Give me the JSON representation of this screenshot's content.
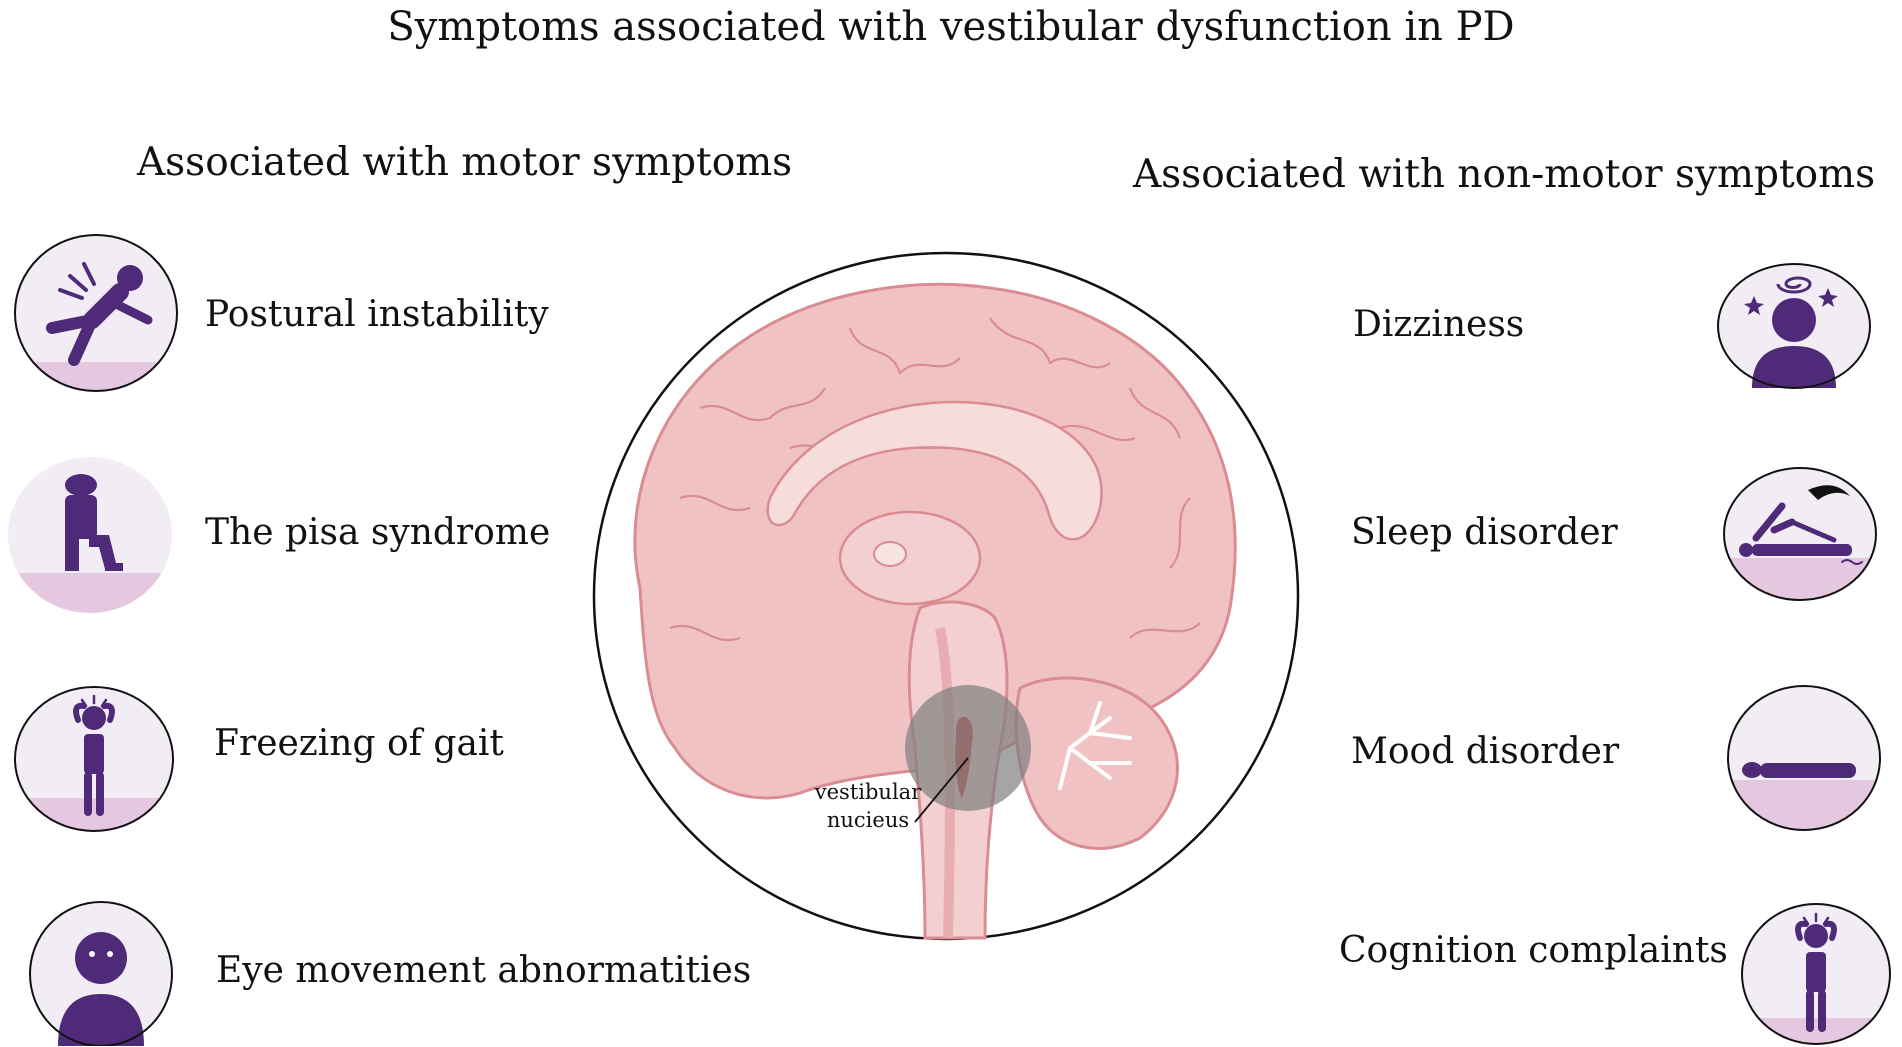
{
  "title": "Symptoms associated with vestibular dysfunction in PD",
  "motor": {
    "heading": "Associated with motor symptoms",
    "items": [
      {
        "label": "Postural instability",
        "icon": "falling-person-icon"
      },
      {
        "label": "The pisa syndrome",
        "icon": "bent-posture-person-icon"
      },
      {
        "label": "Freezing of gait",
        "icon": "person-holding-head-icon"
      },
      {
        "label": "Eye movement abnormatities",
        "icon": "head-with-eyes-icon"
      }
    ]
  },
  "non_motor": {
    "heading": "Associated with non-motor symptoms",
    "items": [
      {
        "label": "Dizziness",
        "icon": "dizzy-head-icon"
      },
      {
        "label": "Sleep disorder",
        "icon": "sleeping-person-icon"
      },
      {
        "label": "Mood disorder",
        "icon": "lying-person-icon"
      },
      {
        "label": "Cognition complaints",
        "icon": "person-holding-head-icon"
      }
    ]
  },
  "brain": {
    "annotation_line1": "vestibular",
    "annotation_line2": "nucieus"
  },
  "colors": {
    "icon_fill": "#4e2a78",
    "badge_bg": "#f2edf5",
    "badge_floor": "#e4c8df",
    "brain_fill": "#f1c2c4",
    "brain_stroke": "#d98d93",
    "highlight": "#7f7f7f"
  }
}
